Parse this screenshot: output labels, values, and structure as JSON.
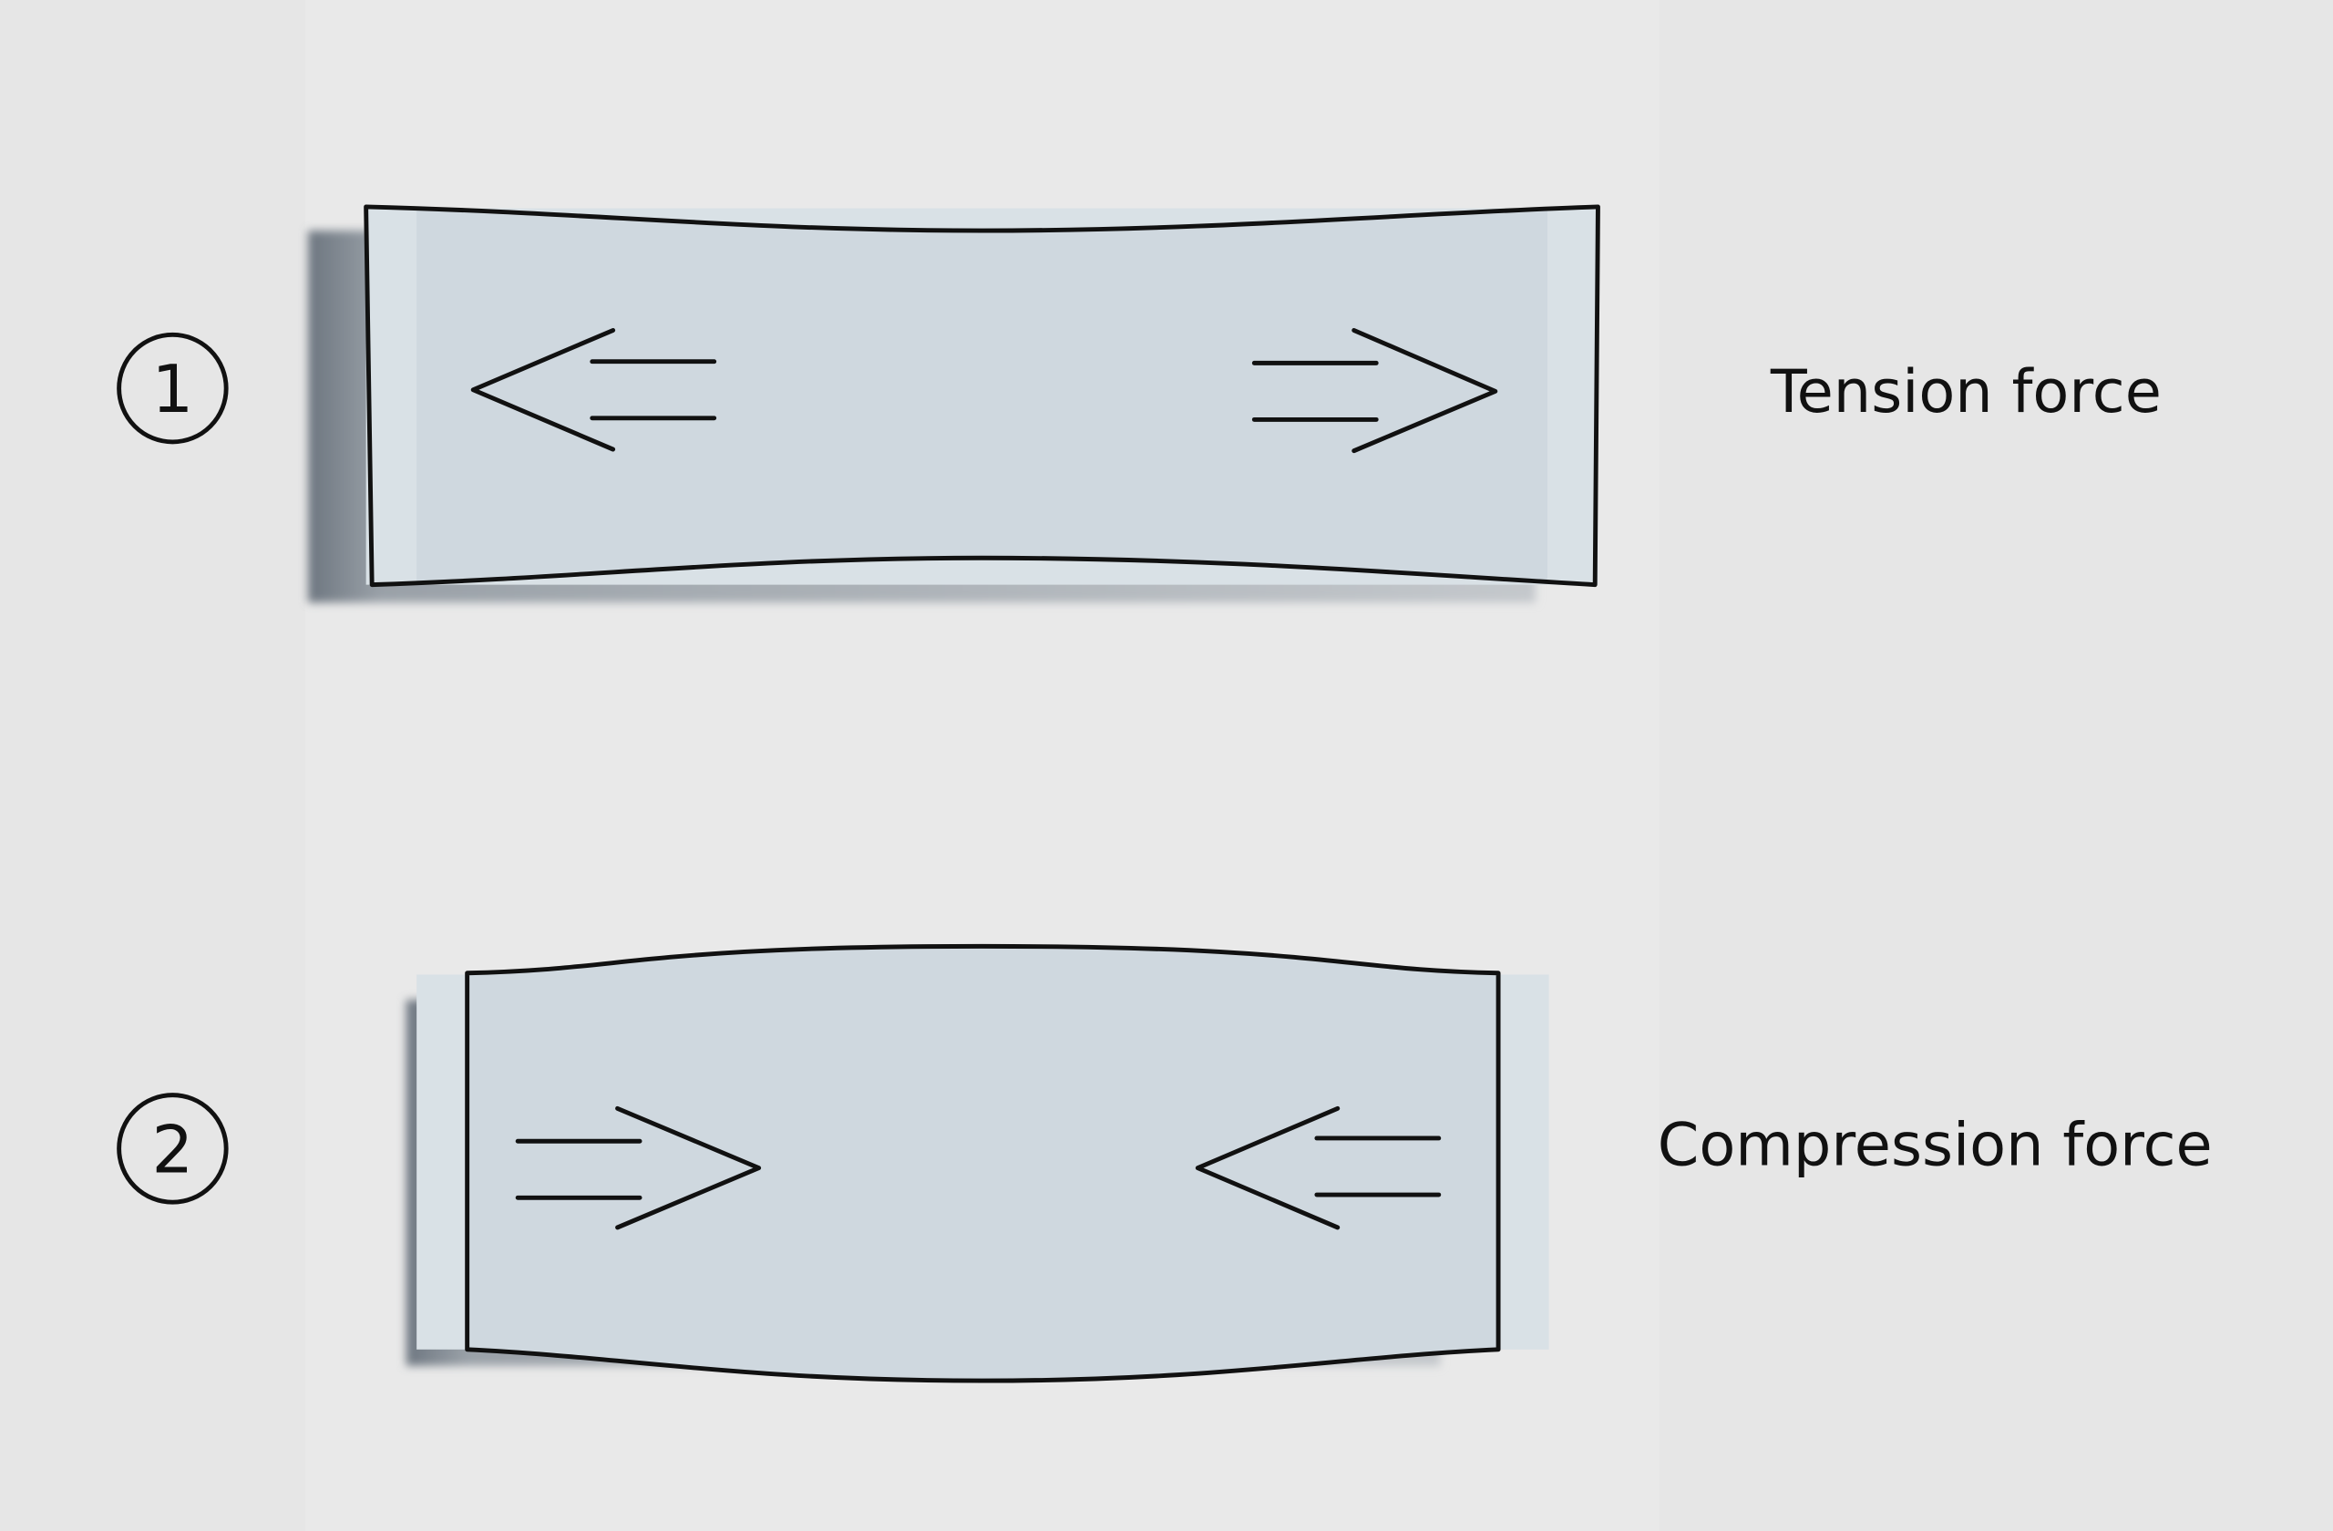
{
  "colors": {
    "background": "#e6e6e6",
    "strip_fill": "#cfd8df",
    "strip_edge": "#d9e1e6",
    "outline": "#111111"
  },
  "diagram": {
    "items": [
      {
        "number": "1",
        "label": "Tension force",
        "arrows": "outward"
      },
      {
        "number": "2",
        "label": "Compression force",
        "arrows": "inward"
      }
    ]
  }
}
